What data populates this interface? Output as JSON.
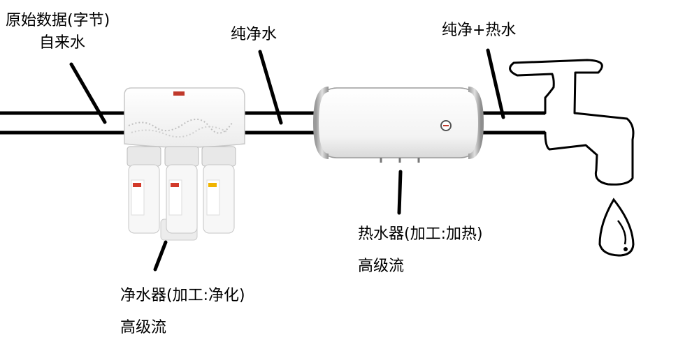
{
  "labels": {
    "raw_data": "原始数据(字节)",
    "tap_water": "自来水",
    "pure_water": "纯净水",
    "pure_hot_water": "纯净+热水",
    "heater": "热水器(加工:加热)",
    "heater_stream": "高级流",
    "purifier": "净水器(加工:净化)",
    "purifier_stream": "高级流"
  },
  "colors": {
    "line": "#000000",
    "device_white": "#f4f4f4",
    "device_edge": "#b8b8b8",
    "filter_cap": "#e9e9e9",
    "label_red": "#d23a2a",
    "label_yellow": "#f0b400"
  },
  "icons": {
    "purifier": "water-purifier-icon",
    "heater": "water-heater-icon",
    "faucet": "faucet-icon",
    "drop": "water-drop-icon"
  }
}
